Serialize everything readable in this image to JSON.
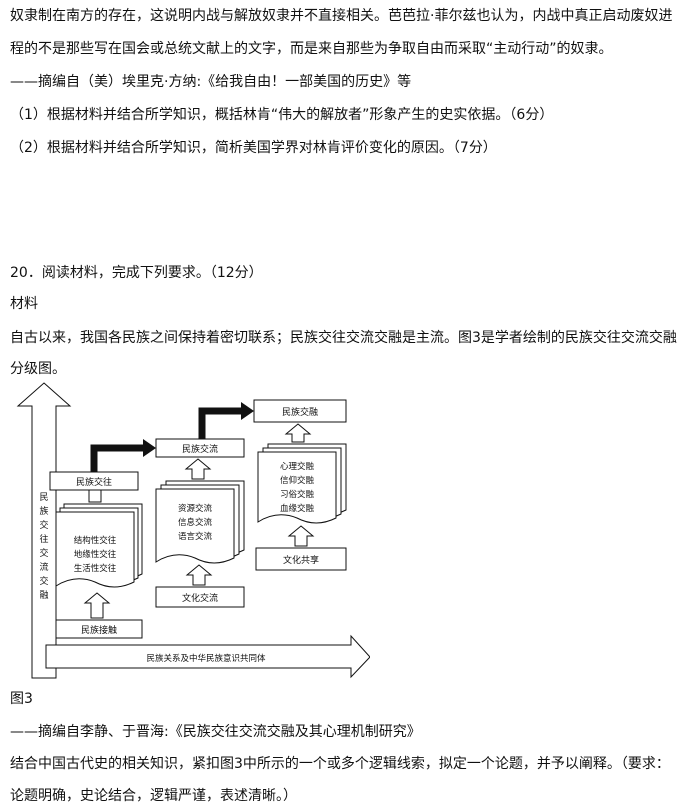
{
  "passage19": {
    "line1": "奴隶制在南方的存在，这说明内战与解放奴隶并不直接相关。芭芭拉·菲尔兹也认为，内战中真正启动废奴进",
    "line2": "程的不是那些写在国会或总统文献上的文字，而是来自那些为争取自由而采取“主动行动”的奴隶。",
    "source": "——摘编自（美）埃里克·方纳:《给我自由！一部美国的历史》等",
    "q1": "（1）根据材料并结合所学知识，概括林肯“伟大的解放者”形象产生的史实依据。（6分）",
    "q2": "（2）根据材料并结合所学知识，简析美国学界对林肯评价变化的原因。（7分）"
  },
  "question20": {
    "heading": "20．阅读材料，完成下列要求。（12分）",
    "material_label": "材料",
    "para1": "自古以来，我国各民族之间保持着密切联系；民族交往交流交融是主流。图3是学者绘制的民族交往交流交融",
    "para2": "分级图。",
    "figure_caption": "图3",
    "source": "——摘编自李静、于晋海:《民族交往交流交融及其心理机制研究》",
    "task1": "结合中国古代史的相关知识，紧扣图3中所示的一个或多个逻辑线索，拟定一个论题，并予以阐释。（要求：",
    "task2": "论题明确，史论结合，逻辑严谨，表述清晰。）"
  },
  "diagram": {
    "vertical_axis": "民族交往交流交融",
    "horizontal_axis": "民族关系及中华民族意识共同体",
    "contact_box": "民族接触",
    "interaction_box": "民族交往",
    "interaction_items": [
      "结构性交往",
      "地缘性交往",
      "生活性交往"
    ],
    "exchange_box": "民族交流",
    "exchange_items": [
      "资源交流",
      "信息交流",
      "语言交流"
    ],
    "cultural_exchange_box": "文化交流",
    "fusion_box": "民族交融",
    "fusion_items": [
      "心理交融",
      "信仰交融",
      "习俗交融",
      "血缘交融"
    ],
    "cultural_sharing_box": "文化共享"
  }
}
